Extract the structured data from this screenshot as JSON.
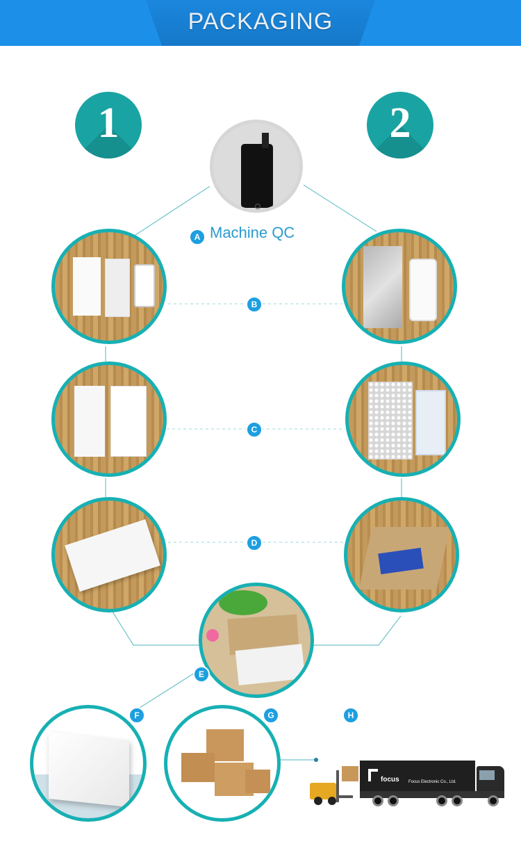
{
  "header": {
    "title": "PACKAGING"
  },
  "badges": {
    "one": "1",
    "two": "2"
  },
  "steps": {
    "a": {
      "letter": "A",
      "label": "Machine QC"
    },
    "b": {
      "letter": "B"
    },
    "c": {
      "letter": "C"
    },
    "d": {
      "letter": "D"
    },
    "e": {
      "letter": "E"
    },
    "f": {
      "letter": "F"
    },
    "g": {
      "letter": "G"
    },
    "h": {
      "letter": "H"
    }
  },
  "truck": {
    "brand": "focus",
    "company": "Focus Electronic Co., Ltd."
  },
  "colors": {
    "banner": "#1c8fe8",
    "teal": "#17b0b3",
    "dot": "#1d9fe0",
    "line": "#6fc4cc"
  }
}
